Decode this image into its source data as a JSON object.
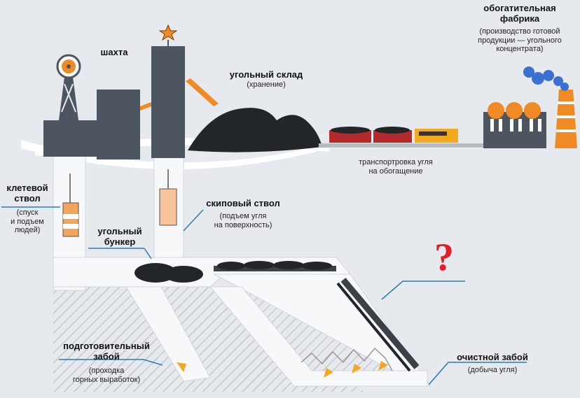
{
  "colors": {
    "background": "#e6e9ee",
    "building": "#4d5560",
    "accent_orange": "#f08a24",
    "coal": "#222629",
    "tunnel": "#f5f6f8",
    "hatch": "#c8ccd2",
    "pointer_blue": "#2a7ab8",
    "question_red": "#e31f26",
    "wagon_red": "#b52a2a",
    "locomotive_yellow": "#f4a81d"
  },
  "labels": {
    "mine": {
      "title": "шахта"
    },
    "warehouse": {
      "title": "угольный склад",
      "sub": "(хранение)"
    },
    "factory": {
      "title_line1": "обогатительная",
      "title_line2": "фабрика",
      "sub_line1": "(производство готовой",
      "sub_line2": "продукции — угольного",
      "sub_line3": "концентрата)"
    },
    "transport": {
      "line1": "транспортровка угля",
      "line2": "на обогащение"
    },
    "cage_shaft": {
      "title_line1": "клетевой",
      "title_line2": "ствол",
      "sub_line1": "(спуск",
      "sub_line2": "и подъем",
      "sub_line3": "людей)"
    },
    "skip_shaft": {
      "title": "скиповый ствол",
      "sub_line1": "(подъем угля",
      "sub_line2": "на поверхность)"
    },
    "bunker": {
      "title_line1": "угольный",
      "title_line2": "бункер"
    },
    "prep_face": {
      "title_line1": "подготовительный",
      "title_line2": "забой",
      "sub_line1": "(проходка",
      "sub_line2": "горных выработок)"
    },
    "stope": {
      "title": "очистной забой",
      "sub": "(добыча угля)"
    },
    "question": "?"
  },
  "icons": [
    "star-icon",
    "headframe-wheel-icon",
    "smoke-icon",
    "coal-pile-icon",
    "question-mark-icon"
  ]
}
